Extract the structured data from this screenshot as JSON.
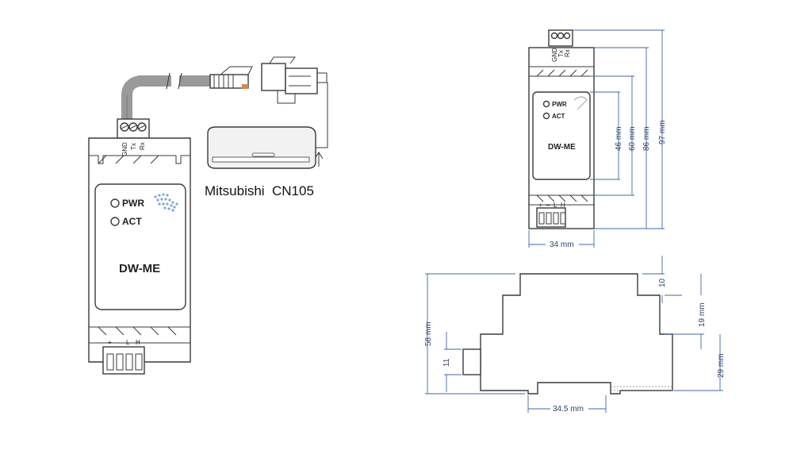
{
  "device": {
    "model": "DW-ME",
    "led_pwr": "PWR",
    "led_act": "ACT",
    "top_terminals": [
      "GND",
      "Tx",
      "Rx"
    ],
    "bottom_terminals": [
      "+",
      "–",
      "L",
      "H"
    ]
  },
  "connector": {
    "label_brand": "Mitsubishi",
    "label_port": "CN105"
  },
  "dimensions": {
    "front_width": "34 mm",
    "front_h46": "46 mm",
    "front_h60": "60 mm",
    "front_h86": "86 mm",
    "front_h97": "97 mm",
    "side_depth": "58 mm",
    "side_top": "10",
    "side_mid": "19 mm",
    "side_low": "29 mm",
    "side_foot": "11",
    "side_base": "34.5 mm"
  },
  "colors": {
    "outline": "#3a3a3a",
    "dimension": "#3f66a8",
    "cable": "#9a9a9a",
    "logo_blue": "#7ea6d6"
  }
}
